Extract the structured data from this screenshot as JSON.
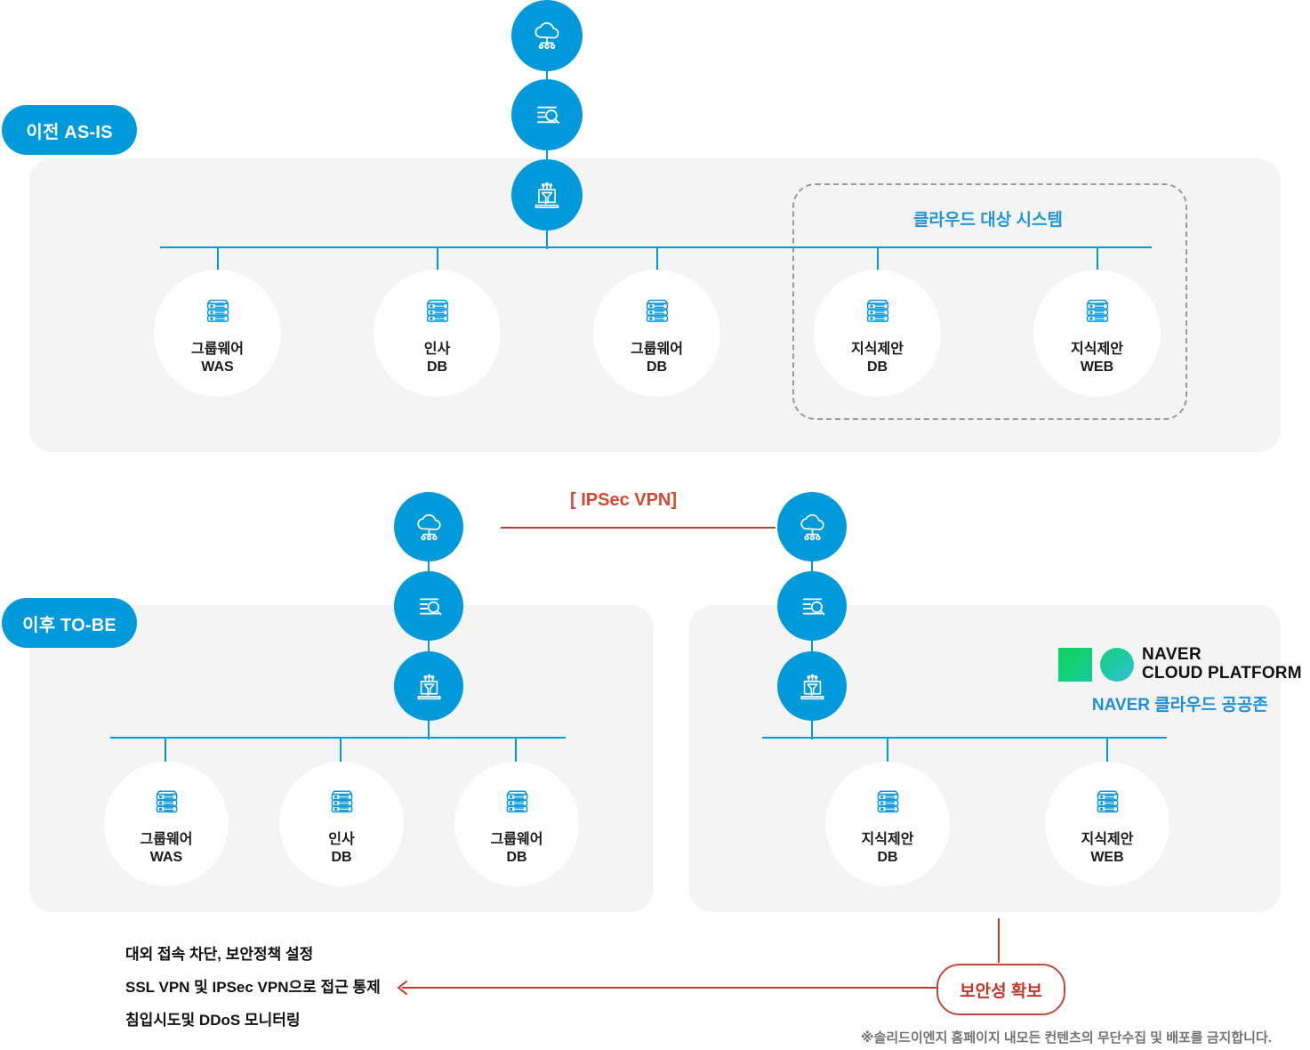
{
  "diagram": {
    "watermark": "※솔리드이엔지 홈페이지 내모든 컨텐츠의 무단수집 및 배포를 금지합니다.",
    "colors": {
      "blue": "#0099da",
      "panel_grey": "#f4f4f4",
      "red": "#c0392b",
      "label_blue": "#2196d8",
      "dashed_grey": "#9a9a9a"
    }
  },
  "as_is": {
    "stage_label": "이전 AS-IS",
    "stack_icons": [
      {
        "name": "cloud-network-icon",
        "title": "클라우드"
      },
      {
        "name": "log-search-icon",
        "title": "로그 분석"
      },
      {
        "name": "data-funnel-icon",
        "title": "데이터 필터"
      }
    ],
    "group_box": {
      "title": "클라우드 대상 시스템"
    },
    "nodes": [
      {
        "line1": "그룹웨어",
        "line2": "WAS",
        "icon": "server-rack-icon"
      },
      {
        "line1": "인사",
        "line2": "DB",
        "icon": "server-rack-icon"
      },
      {
        "line1": "그룹웨어",
        "line2": "DB",
        "icon": "server-rack-icon"
      },
      {
        "line1": "지식제안",
        "line2": "DB",
        "icon": "server-rack-icon"
      },
      {
        "line1": "지식제안",
        "line2": "WEB",
        "icon": "server-rack-icon"
      }
    ]
  },
  "to_be": {
    "stage_label": "이후 TO-BE",
    "vpn_label": "[ IPSec VPN]",
    "left_stack_icons": [
      {
        "name": "cloud-network-icon"
      },
      {
        "name": "log-search-icon"
      },
      {
        "name": "data-funnel-icon"
      }
    ],
    "right_stack_icons": [
      {
        "name": "cloud-network-icon"
      },
      {
        "name": "log-search-icon"
      },
      {
        "name": "data-funnel-icon"
      }
    ],
    "left_nodes": [
      {
        "line1": "그룹웨어",
        "line2": "WAS",
        "icon": "server-rack-icon"
      },
      {
        "line1": "인사",
        "line2": "DB",
        "icon": "server-rack-icon"
      },
      {
        "line1": "그룹웨어",
        "line2": "DB",
        "icon": "server-rack-icon"
      }
    ],
    "right_nodes": [
      {
        "line1": "지식제안",
        "line2": "DB",
        "icon": "server-rack-icon"
      },
      {
        "line1": "지식제안",
        "line2": "WEB",
        "icon": "server-rack-icon"
      }
    ],
    "naver": {
      "logo_line1": "NAVER",
      "logo_line2": "CLOUD PLATFORM",
      "caption": "NAVER 클라우드 공공존"
    }
  },
  "outcome": {
    "badge": "보안성 확보",
    "notes": [
      "대외 접속 차단, 보안정책 설정",
      "SSL VPN 및 IPSec VPN으로 접근 통제",
      "침입시도및 DDoS 모니터링"
    ]
  }
}
